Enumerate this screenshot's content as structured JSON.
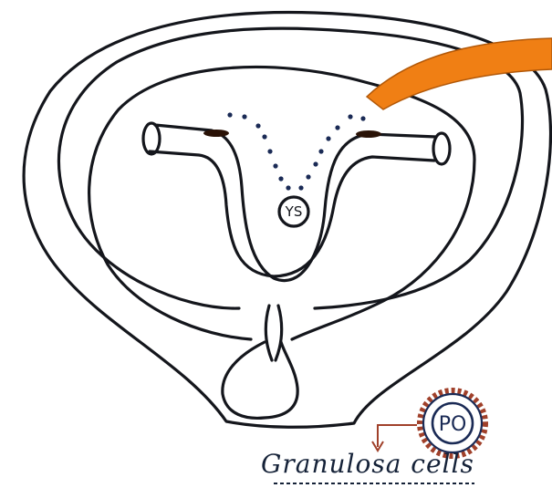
{
  "labels": {
    "yolk_sac": "YS",
    "primordial_oocyte": "PO",
    "caption": "Granulosa cells"
  },
  "colors": {
    "ink": "#14161c",
    "orange_band": "#f07f14",
    "orange_edge": "#b25808",
    "granulosa": "#a0402a",
    "oocyte_ink": "#1a2a55"
  }
}
